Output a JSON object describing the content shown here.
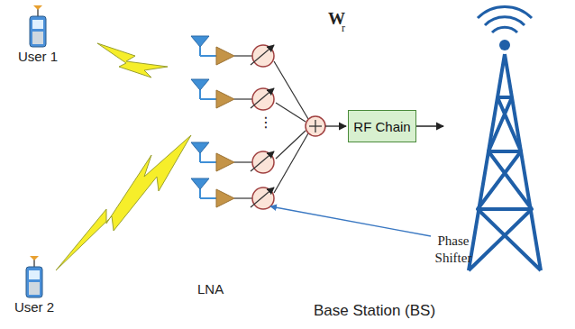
{
  "diagram": {
    "nodes": [
      {
        "text": [
          "User 1"
        ]
      },
      {
        "text": [
          "User 2"
        ]
      },
      {
        "text": [
          "RF Chain"
        ]
      }
    ],
    "labels": [
      "W",
      "r",
      "⋮",
      "LNA",
      "Phase Shifter",
      "Base Station (BS)"
    ]
  }
}
